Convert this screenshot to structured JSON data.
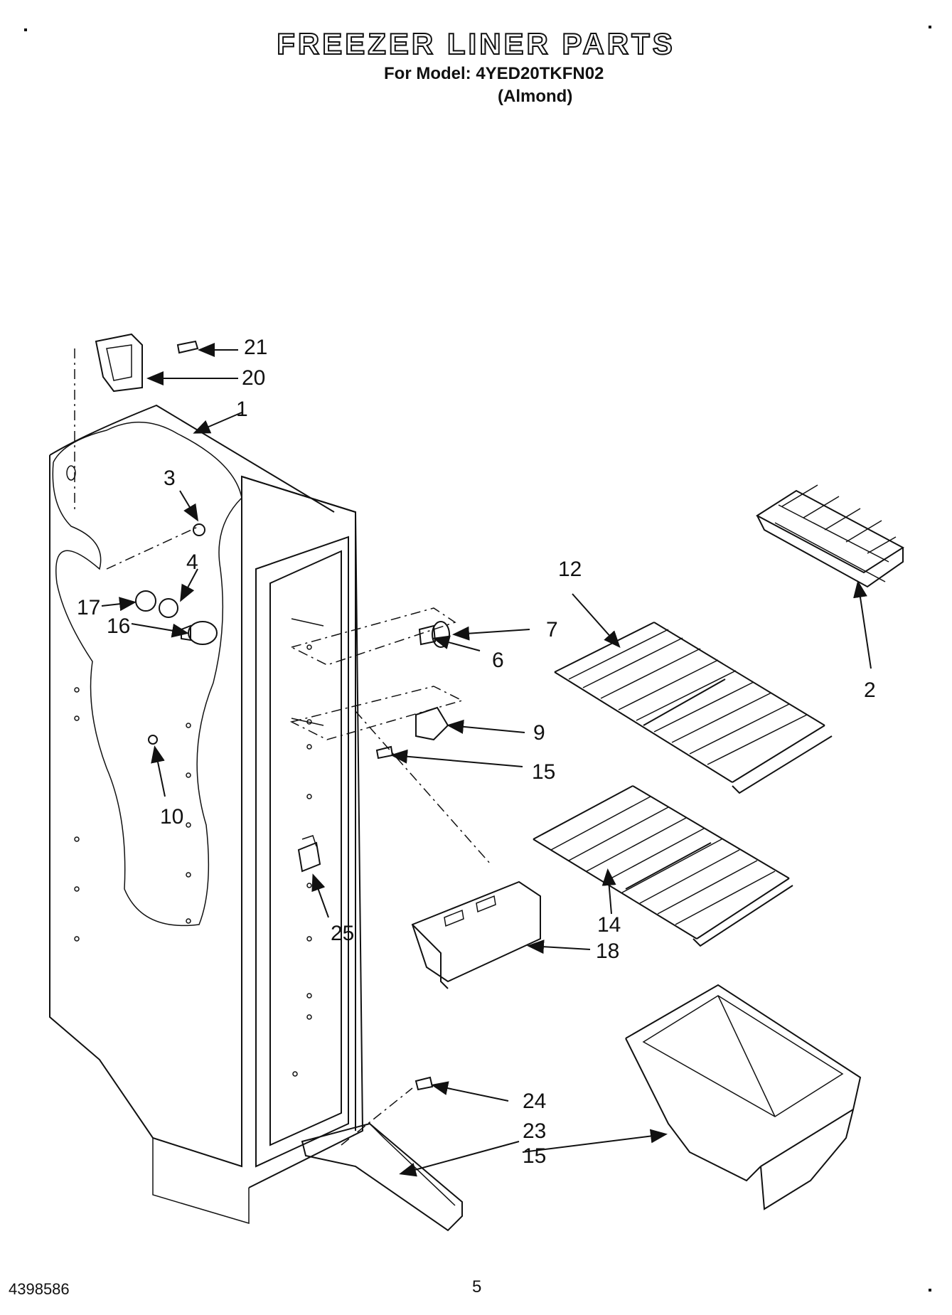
{
  "header": {
    "title": "FREEZER LINER PARTS",
    "model_line": "For Model: 4YED20TKFN02",
    "variant": "(Almond)"
  },
  "footer": {
    "doc_number": "4398586",
    "page_number": "5"
  },
  "callouts": {
    "c21": "21",
    "c20": "20",
    "c1": "1",
    "c3": "3",
    "c4": "4",
    "c17": "17",
    "c16": "16",
    "c10": "10",
    "c25": "25",
    "c7": "7",
    "c6": "6",
    "c9": "9",
    "c15a": "15",
    "c12": "12",
    "c2": "2",
    "c14": "14",
    "c18": "18",
    "c24": "24",
    "c23": "23",
    "c15b": "15"
  }
}
